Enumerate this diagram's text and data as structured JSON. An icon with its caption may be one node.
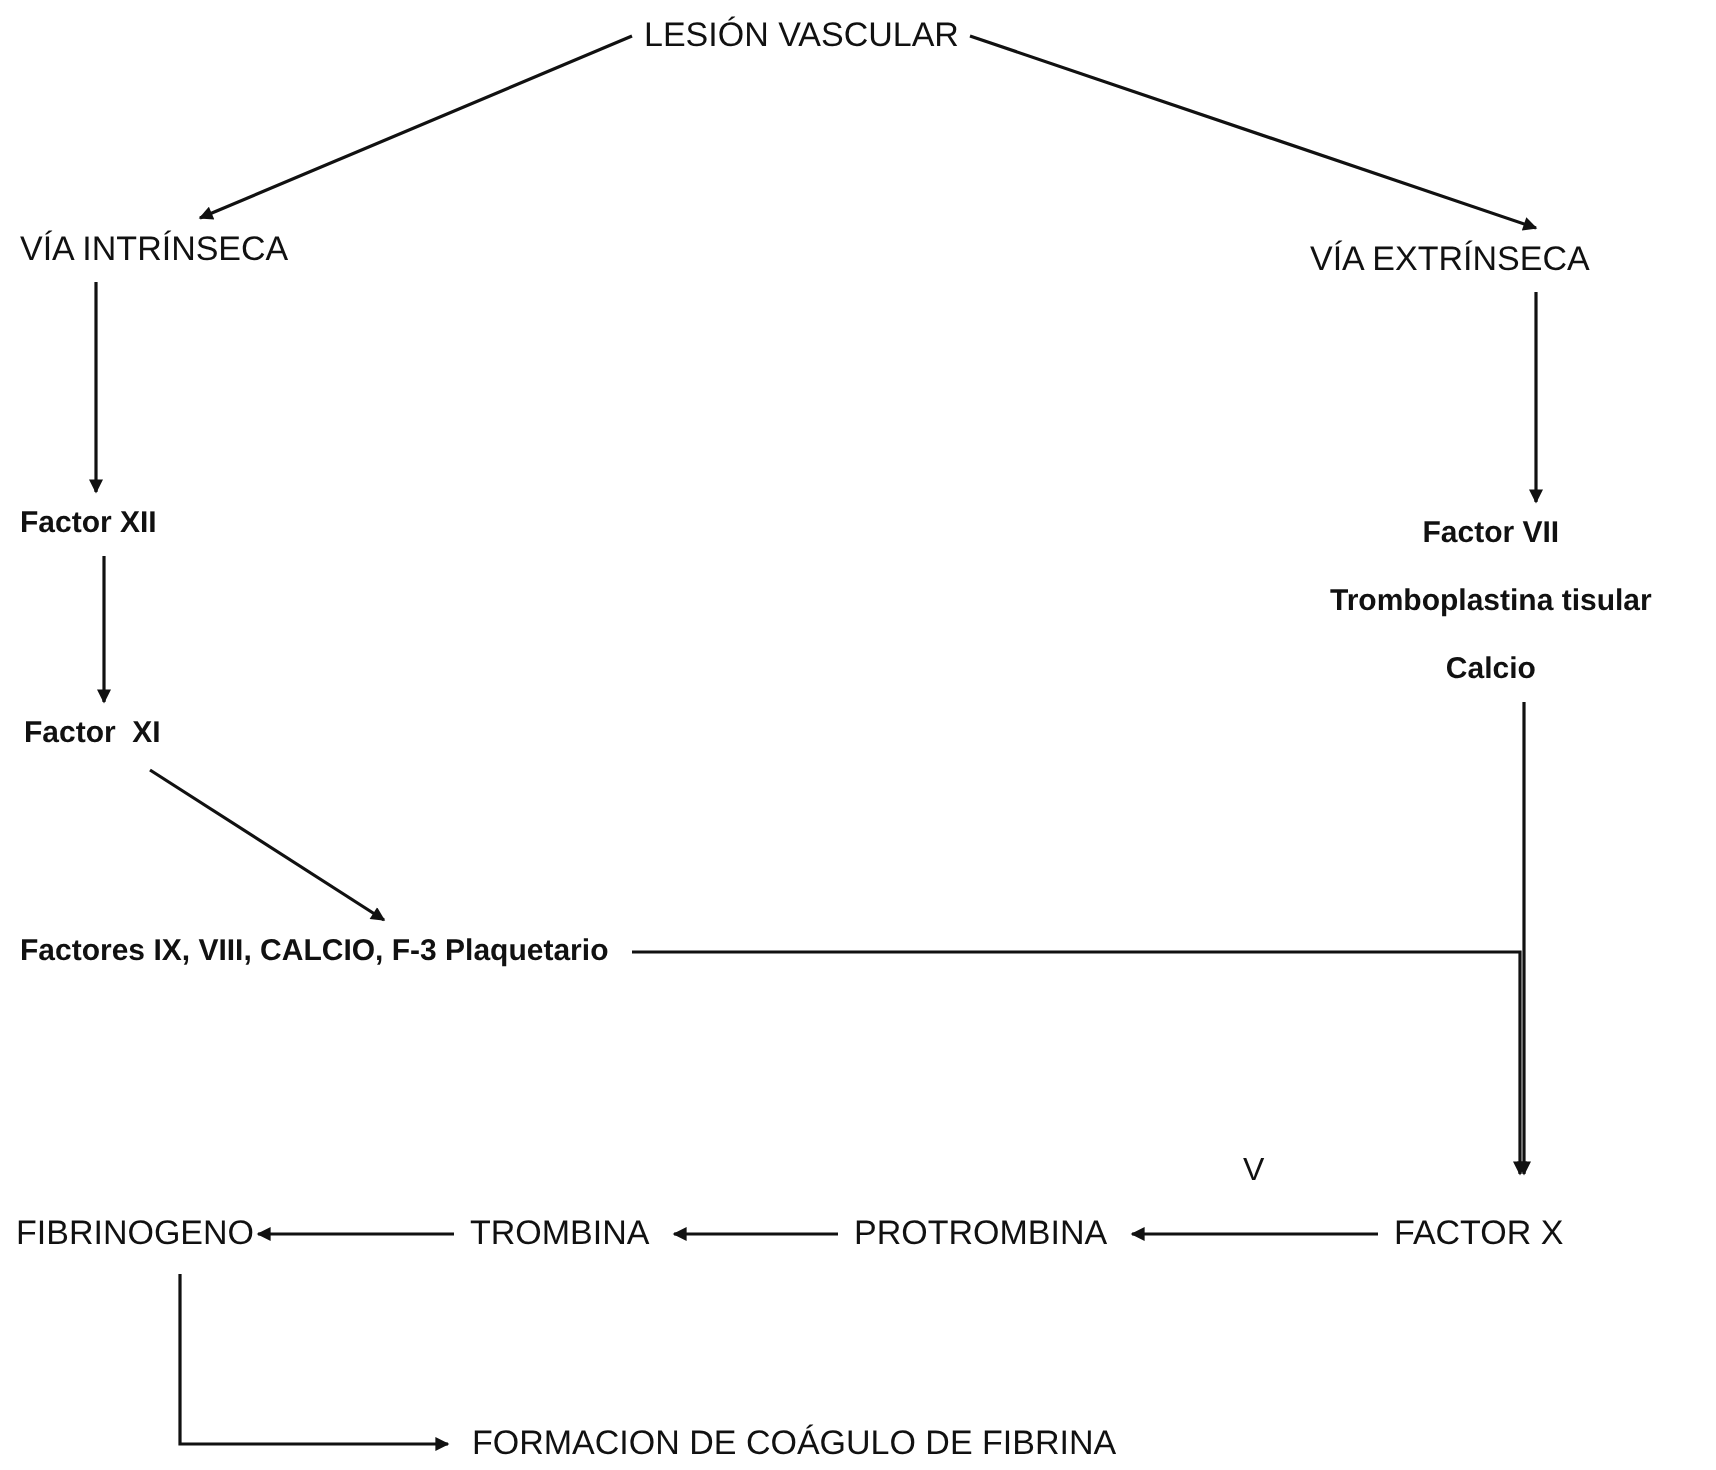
{
  "diagram": {
    "nodes": [
      {
        "text": [
          "LESIÓN VASCULAR"
        ]
      },
      {
        "text": [
          "VÍA INTRÍNSECA"
        ]
      },
      {
        "text": [
          "VÍA EXTRÍNSECA"
        ]
      },
      {
        "text": [
          "Factor XII"
        ]
      },
      {
        "text": [
          "Factor  XI"
        ]
      },
      {
        "text": [
          "Factores IX, VIII, CALCIO, F-3 Plaquetario"
        ]
      },
      {
        "text": [
          "Factor VII",
          "Tromboplastina tisular",
          "Calcio"
        ]
      },
      {
        "text": [
          "FACTOR X"
        ]
      },
      {
        "text": [
          "PROTROMBINA"
        ]
      },
      {
        "text": [
          "TROMBINA"
        ]
      },
      {
        "text": [
          "FIBRINOGENO"
        ]
      },
      {
        "text": [
          "FORMACION DE COÁGULO DE FIBRINA"
        ]
      }
    ],
    "edges": [
      {
        "from": 0,
        "to": 1,
        "arrow": "to"
      },
      {
        "from": 0,
        "to": 2,
        "arrow": "to"
      },
      {
        "from": 1,
        "to": 3,
        "arrow": "to"
      },
      {
        "from": 2,
        "to": 6,
        "arrow": "to"
      },
      {
        "from": 3,
        "to": 4,
        "arrow": "to"
      },
      {
        "from": 4,
        "to": 5,
        "arrow": "to"
      },
      {
        "from": 6,
        "to": 7,
        "arrow": "to"
      },
      {
        "from": 5,
        "to": 7,
        "arrow": "to"
      },
      {
        "from": 7,
        "to": 8,
        "arrow": "to",
        "label": "V"
      },
      {
        "from": 8,
        "to": 9,
        "arrow": "to"
      },
      {
        "from": 9,
        "to": 10,
        "arrow": "to"
      },
      {
        "from": 10,
        "to": 11,
        "arrow": "to"
      }
    ]
  }
}
